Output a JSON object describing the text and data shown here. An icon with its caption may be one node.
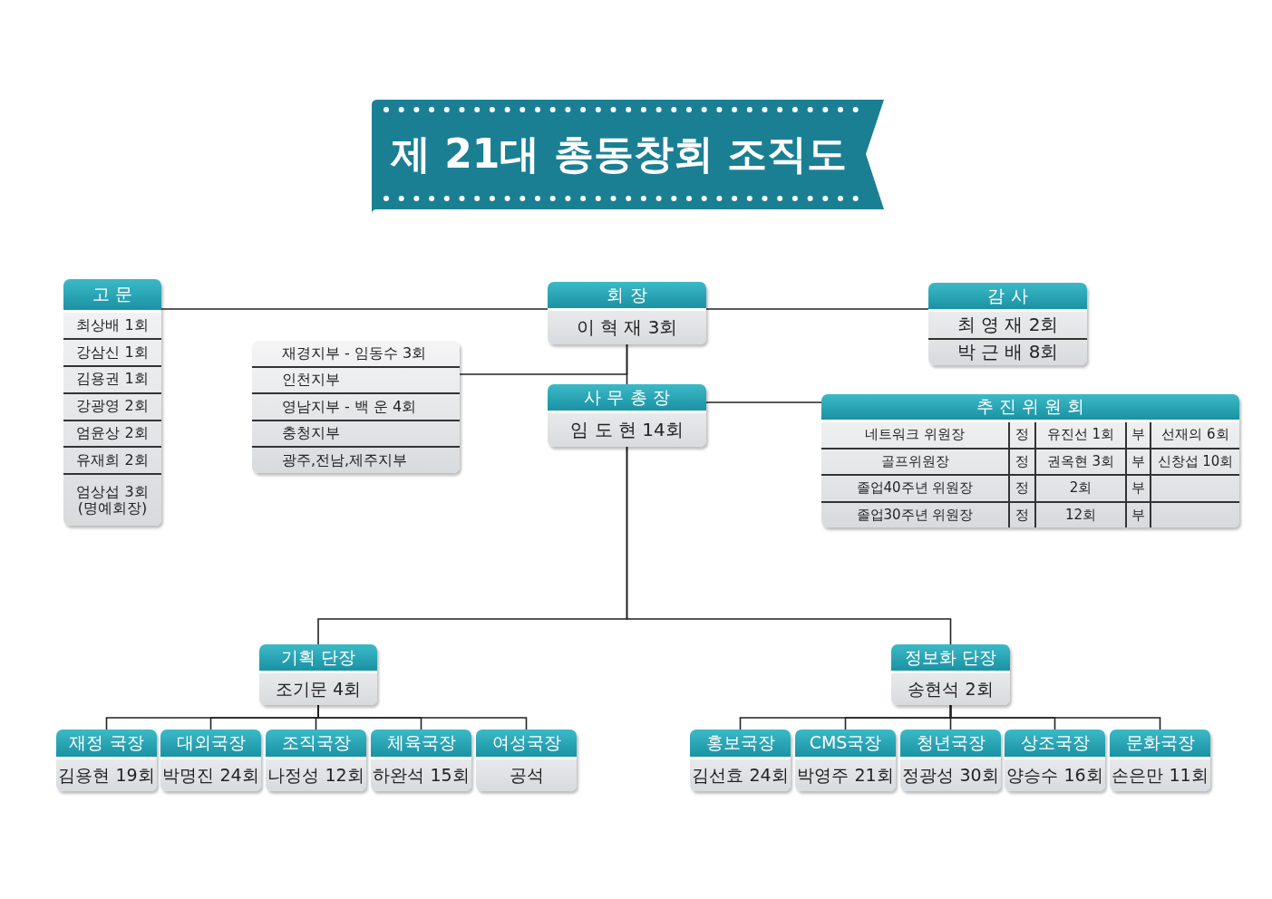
{
  "diagram": {
    "title": "제 21대 총동창회 조직도",
    "nodes": [
      {
        "text": [
          "고 문",
          "최상배 1회",
          "강삼신 1회",
          "김용권 1회",
          "강광영 2회",
          "엄윤상 2회",
          "유재희 2회",
          "엄상섭 3회 (명예회장)"
        ]
      },
      {
        "text": [
          "회 장",
          "이 혁 재 3회"
        ]
      },
      {
        "text": [
          "감 사",
          "최 영 재 2회",
          "박 근 배 8회"
        ]
      },
      {
        "text": [
          "재경지부 - 임동수 3회",
          "인천지부",
          "영남지부 - 백 운 4회",
          "충청지부",
          "광주,전남,제주지부"
        ]
      },
      {
        "text": [
          "사 무 총 장",
          "임 도 현 14회"
        ]
      },
      {
        "text": [
          "추 진 위 원 회",
          "네트워크 위원장",
          "정",
          "유진선 1회",
          "부",
          "선재의 6회",
          "골프위원장",
          "정",
          "권옥현 3회",
          "부",
          "신창섭 10회",
          "졸업40주년 위원장",
          "정",
          "2회",
          "부",
          "졸업30주년 위원장",
          "정",
          "12회",
          "부"
        ]
      },
      {
        "text": [
          "기획 단장",
          "조기문 4회"
        ]
      },
      {
        "text": [
          "재정 국장",
          "김용현 19회"
        ]
      },
      {
        "text": [
          "대외국장",
          "박명진 24회"
        ]
      },
      {
        "text": [
          "조직국장",
          "나정성 12회"
        ]
      },
      {
        "text": [
          "체육국장",
          "하완석 15회"
        ]
      },
      {
        "text": [
          "여성국장",
          "공석"
        ]
      },
      {
        "text": [
          "정보화 단장",
          "송현석 2회"
        ]
      },
      {
        "text": [
          "홍보국장",
          "김선효 24회"
        ]
      },
      {
        "text": [
          "CMS국장",
          "박영주 21회"
        ]
      },
      {
        "text": [
          "청년국장",
          "정광성 30회"
        ]
      },
      {
        "text": [
          "상조국장",
          "양승수 16회"
        ]
      },
      {
        "text": [
          "문화국장",
          "손은만 11회"
        ]
      }
    ],
    "edges": [
      {
        "from": 1,
        "to": 0,
        "arrow": "none"
      },
      {
        "from": 1,
        "to": 2,
        "arrow": "none"
      },
      {
        "from": 1,
        "to": 4,
        "arrow": "none"
      },
      {
        "from": 1,
        "to": 3,
        "arrow": "none"
      },
      {
        "from": 4,
        "to": 5,
        "arrow": "none"
      },
      {
        "from": 4,
        "to": 6,
        "arrow": "none"
      },
      {
        "from": 4,
        "to": 12,
        "arrow": "none"
      },
      {
        "from": 6,
        "to": 7,
        "arrow": "none"
      },
      {
        "from": 6,
        "to": 8,
        "arrow": "none"
      },
      {
        "from": 6,
        "to": 9,
        "arrow": "none"
      },
      {
        "from": 6,
        "to": 10,
        "arrow": "none"
      },
      {
        "from": 6,
        "to": 11,
        "arrow": "none"
      },
      {
        "from": 12,
        "to": 13,
        "arrow": "none"
      },
      {
        "from": 12,
        "to": 14,
        "arrow": "none"
      },
      {
        "from": 12,
        "to": 15,
        "arrow": "none"
      },
      {
        "from": 12,
        "to": 16,
        "arrow": "none"
      },
      {
        "from": 12,
        "to": 17,
        "arrow": "none"
      }
    ]
  }
}
